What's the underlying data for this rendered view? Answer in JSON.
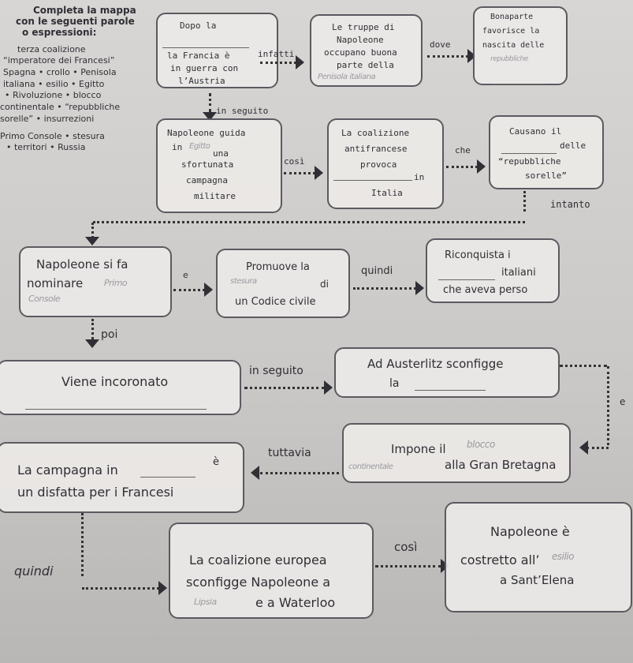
{
  "sidebar": {
    "title1": "Completa la mappa",
    "title2": "con le seguenti parole",
    "title3": "o espressioni:",
    "words": [
      "terza coalizione",
      "“imperatore dei Francesi”",
      "Spagna • crollo • Penisola",
      "italiana • esilio • Egitto",
      "• Rivoluzione • blocco",
      "continentale • “repubbliche",
      "sorelle” • insurrezioni",
      "Primo Console • stesura",
      "• territori • Russia"
    ]
  },
  "row1": {
    "box1": [
      "Dopo la",
      "la Francia è",
      "in guerra con",
      "l’Austria"
    ],
    "conn1": "infatti",
    "box2": [
      "Le truppe di",
      "Napoleone",
      "occupano buona",
      "parte della"
    ],
    "box2_hand": "Penisola italiana",
    "conn2": "dove",
    "box3": [
      "Bonaparte",
      "favorisce la",
      "nascita delle"
    ],
    "box3_hand": "repubbliche",
    "link_down": "in seguito"
  },
  "row2": {
    "box1": [
      "Napoleone guida",
      "in",
      "una",
      "sfortunata",
      "campagna",
      "militare"
    ],
    "box1_hand": "Egitto",
    "conn1": "così",
    "box2": [
      "La coalizione",
      "antifrancese",
      "provoca",
      "in",
      "Italia"
    ],
    "conn2": "che",
    "box3": [
      "Causano il",
      "delle",
      "“repubbliche",
      "sorelle”"
    ],
    "link_down": "intanto"
  },
  "row3": {
    "box1": [
      "Napoleone si fa",
      "nominare"
    ],
    "box1_hand": [
      "Primo",
      "Console"
    ],
    "conn1": "e",
    "box2": [
      "Promuove la",
      "di",
      "un Codice civile"
    ],
    "box2_hand": "stesura",
    "conn2": "quindi",
    "box3": [
      "Riconquista i",
      "italiani",
      "che aveva perso"
    ],
    "link_down": "poi"
  },
  "row4": {
    "box1": [
      "Viene incoronato"
    ],
    "conn1": "in seguito",
    "box2": [
      "Ad Austerlitz sconfigge",
      "la"
    ],
    "link_down": "e"
  },
  "row5": {
    "box1": [
      "La campagna in",
      "è",
      "un disfatta per i Francesi"
    ],
    "conn1": "tuttavia",
    "box2": [
      "Impone il",
      "alla Gran Bretagna"
    ],
    "box2_hand": [
      "blocco",
      "continentale"
    ]
  },
  "row6": {
    "side": "quindi",
    "box1": [
      "La coalizione europea",
      "sconfigge Napoleone a",
      "e a Waterloo"
    ],
    "box1_hand": "Lipsia",
    "conn1": "così",
    "box2": [
      "Napoleone è",
      "costretto all’",
      "a Sant’Elena"
    ],
    "box2_hand": "esilio"
  }
}
